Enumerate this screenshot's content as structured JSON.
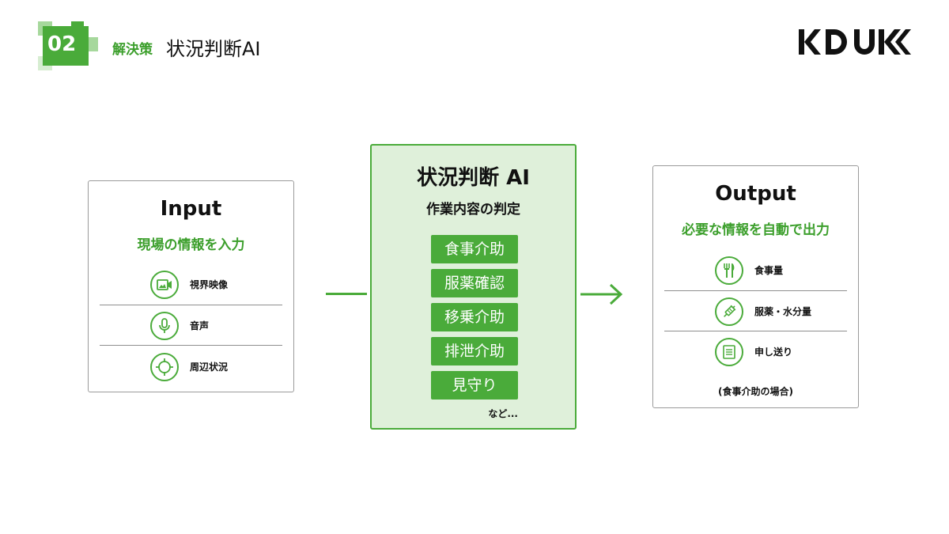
{
  "header": {
    "section_number": "02",
    "section_label": "解決策",
    "section_title": "状況判断AI",
    "logo_text": "KDUK"
  },
  "input": {
    "title": "Input",
    "subtitle": "現場の情報を入力",
    "items": [
      {
        "label": "視界映像",
        "icon": "video-icon"
      },
      {
        "label": "音声",
        "icon": "microphone-icon"
      },
      {
        "label": "周辺状況",
        "icon": "crosshair-icon"
      }
    ]
  },
  "ai": {
    "title": "状況判断 AI",
    "subtitle": "作業内容の判定",
    "tasks": [
      "食事介助",
      "服薬確認",
      "移乗介助",
      "排泄介助",
      "見守り"
    ],
    "etc": "など..."
  },
  "output": {
    "title": "Output",
    "subtitle": "必要な情報を自動で出力",
    "items": [
      {
        "label": "食事量",
        "icon": "fork-knife-icon"
      },
      {
        "label": "服薬・水分量",
        "icon": "syringe-icon"
      },
      {
        "label": "申し送り",
        "icon": "document-icon"
      }
    ],
    "note": "(食事介助の場合)"
  },
  "colors": {
    "accent": "#4aab3a",
    "accent_light": "#dff0da",
    "text": "#111111",
    "border": "#9a9a9a"
  }
}
